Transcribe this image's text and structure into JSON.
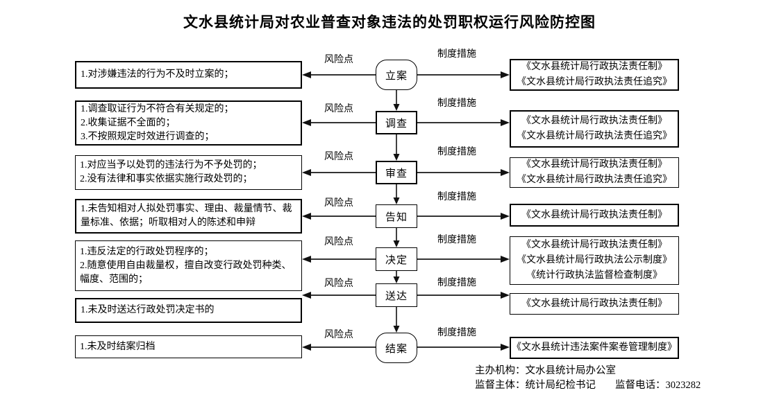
{
  "title": "文水县统计局对农业普查对象违法的处罚职权运行风险防控图",
  "risk_label": "风险点",
  "measure_label": "制度措施",
  "rows": [
    {
      "node": "立案",
      "risk": "1.对涉嫌违法的行为不及时立案的；",
      "measures": [
        "《文水县统计局行政执法责任制》",
        "《文水县统计局行政执法责任追究》"
      ]
    },
    {
      "node": "调查",
      "risk": "1.调查取证行为不符合有关规定的；\n2.收集证据不全面的；\n3.不按照规定时效进行调查的；",
      "measures": [
        "《文水县统计局行政执法责任制》",
        "《文水县统计局行政执法责任追究》"
      ]
    },
    {
      "node": "审查",
      "risk": "1.对应当予以处罚的违法行为不予处罚的；\n2.没有法律和事实依据实施行政处罚的；",
      "measures": [
        "《文水县统计局行政执法责任制》",
        "《文水县统计局行政执法责任追究》"
      ]
    },
    {
      "node": "告知",
      "risk": "1.未告知相对人拟处罚事实、理由、裁量情节、裁量标准、依据；听取相对人的陈述和申辩",
      "measures": [
        "《文水县统计局行政执法责任制》"
      ]
    },
    {
      "node": "决定",
      "risk": "1.违反法定的行政处罚程序的；\n2.随意使用自由裁量权，擅自改变行政处罚种类、幅度、范围的；",
      "measures": [
        "《文水县统计局行政执法责任制》",
        "《文水县统计局行政执法公示制度》",
        "《统计行政执法监督检查制度》"
      ]
    },
    {
      "node": "送达",
      "risk": "1.未及时送达行政处罚决定书的",
      "measures": [
        "《文水县统计局行政执法责任制》"
      ]
    },
    {
      "node": "结案",
      "risk": "1.未及时结案归档",
      "measures": [
        "《文水县统计违法案件案卷管理制度》"
      ]
    }
  ],
  "footer": {
    "organizer": "主办机构：文水县统计局办公室",
    "supervisor": "监督主体：统计局纪检书记",
    "phone": "监督电话：3023282"
  }
}
